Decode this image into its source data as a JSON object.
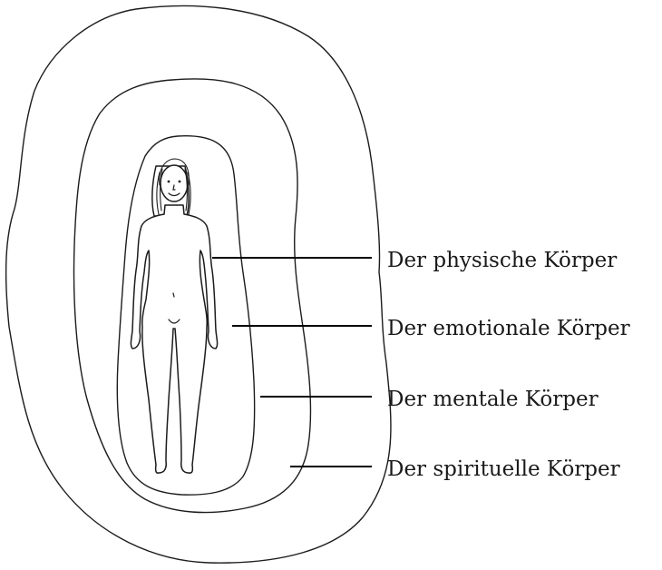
{
  "diagram": {
    "layers": [
      {
        "id": "physical",
        "label": "Der physische Körper"
      },
      {
        "id": "emotional",
        "label": "Der emotionale Körper"
      },
      {
        "id": "mental",
        "label": "Der mentale Körper"
      },
      {
        "id": "spiritual",
        "label": "Der spirituelle Körper"
      }
    ]
  }
}
